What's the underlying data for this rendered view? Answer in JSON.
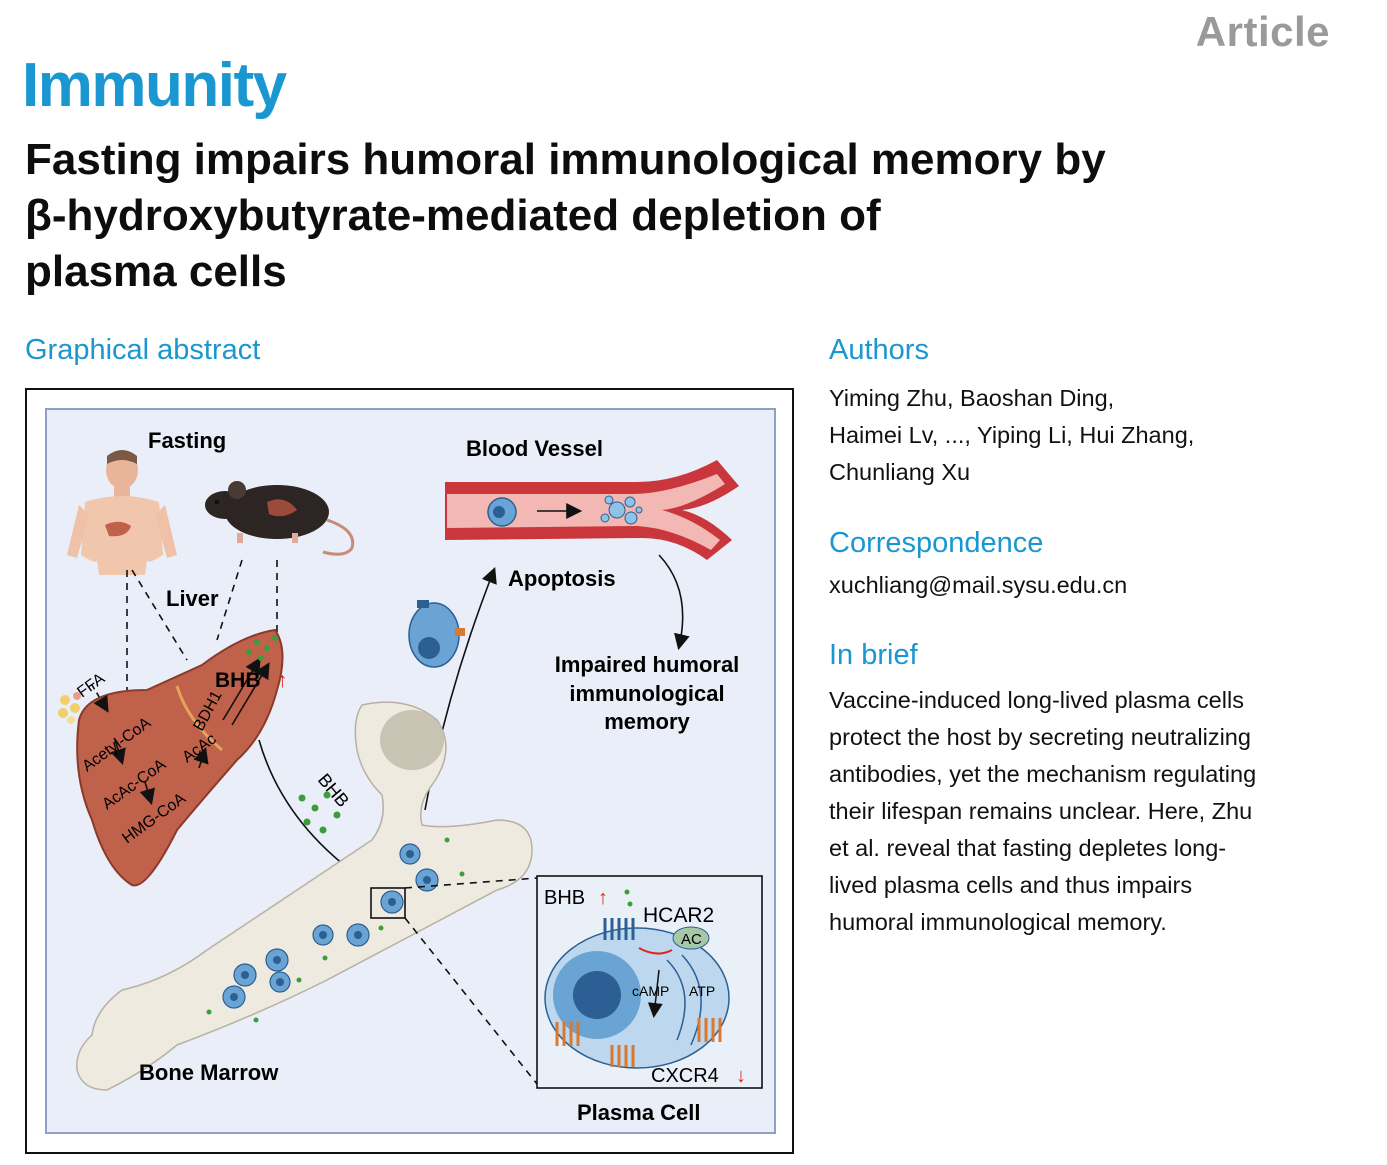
{
  "header": {
    "article_tag": "Article",
    "journal": "Immunity",
    "title_lines": [
      "Fasting impairs humoral immunological memory by",
      "β-hydroxybutyrate-mediated depletion of",
      "plasma cells"
    ]
  },
  "graphical_abstract": {
    "heading": "Graphical abstract",
    "labels": {
      "fasting": "Fasting",
      "blood_vessel": "Blood Vessel",
      "liver": "Liver",
      "apoptosis": "Apoptosis",
      "impaired_1": "Impaired humoral",
      "impaired_2": "immunological",
      "impaired_3": "memory",
      "ffa": "FFA",
      "bhb_liver": "BHB",
      "bdh1": "BDH1",
      "acetyl_coa": "Acetyl-CoA",
      "acac_coa": "AcAc-CoA",
      "acac": "AcAc",
      "hmg_coa": "HMG-CoA",
      "bhb_blood": "BHB",
      "bone_marrow": "Bone Marrow",
      "bhb_cell": "BHB",
      "hcar2": "HCAR2",
      "ac": "AC",
      "camp": "cAMP",
      "atp": "ATP",
      "cxcr4": "CXCR4",
      "plasma_cell": "Plasma Cell"
    },
    "up_arrow": "↑",
    "down_arrow": "↓"
  },
  "authors": {
    "heading": "Authors",
    "lines": [
      "Yiming Zhu, Baoshan Ding,",
      "Haimei Lv, ..., Yiping Li, Hui Zhang,",
      "Chunliang Xu"
    ]
  },
  "correspondence": {
    "heading": "Correspondence",
    "email": "xuchliang@mail.sysu.edu.cn"
  },
  "in_brief": {
    "heading": "In brief",
    "lines": [
      "Vaccine-induced long-lived plasma cells",
      "protect the host by secreting neutralizing",
      "antibodies, yet the mechanism regulating",
      "their lifespan remains unclear. Here, Zhu",
      "et al. reveal that fasting depletes long-",
      "lived plasma cells and thus impairs",
      "humoral immunological memory."
    ]
  },
  "colors": {
    "accent": "#1a97d1",
    "title": "#0d0d0d",
    "muted": "#9a9a9a",
    "liver": "#c0614c",
    "vessel": "#c9363b",
    "plasma_cell": "#6aa4d4",
    "receptor_orange": "#d9782e",
    "bhb_dot": "#3b9e3b",
    "up_arrow": "#e0261d"
  }
}
